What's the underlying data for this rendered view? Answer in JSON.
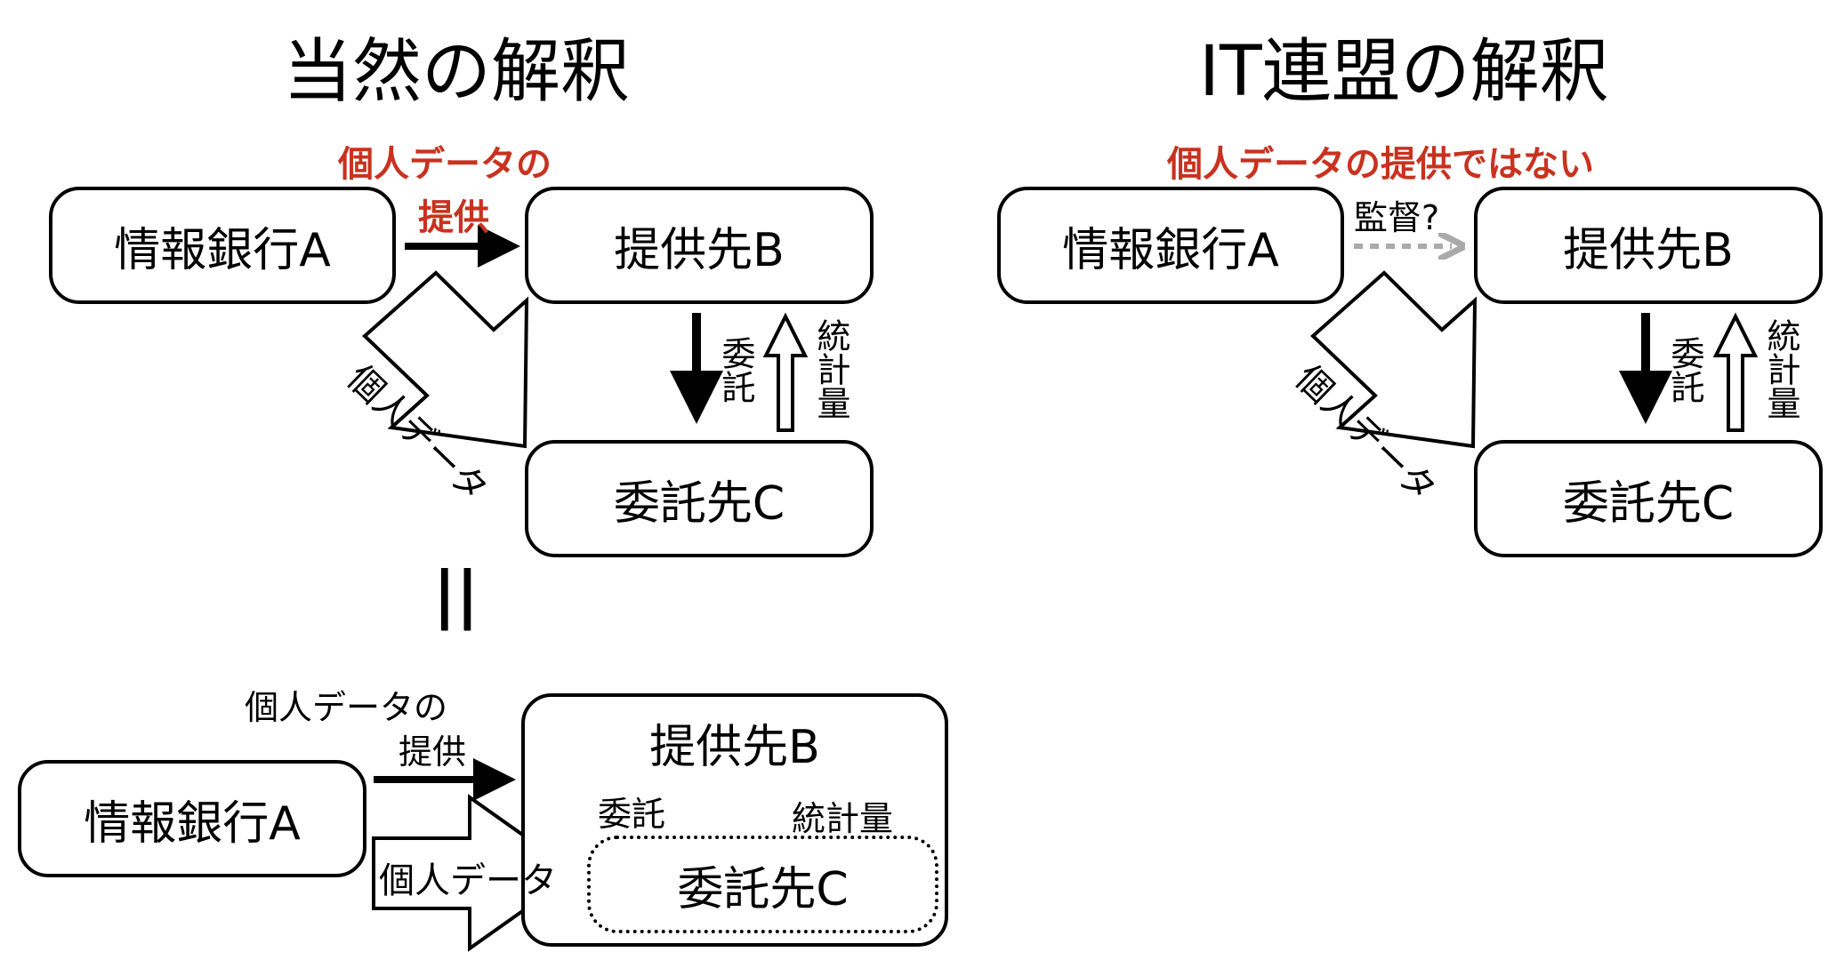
{
  "left_panel": {
    "title": "当然の解釈",
    "red_label_line1": "個人データの",
    "red_label_line2": "提供",
    "info_bank": "情報銀行A",
    "recipient": "提供先B",
    "contractor": "委託先C",
    "big_arrow_label": "個人データ",
    "delegation": "委託",
    "statistics": "統計量",
    "equals": "||"
  },
  "bottom_panel": {
    "label_line1": "個人データの",
    "label_line2": "提供",
    "info_bank": "情報銀行A",
    "recipient": "提供先B",
    "contractor": "委託先C",
    "big_arrow_label": "個人データ",
    "delegation": "委託",
    "statistics": "統計量"
  },
  "right_panel": {
    "title": "IT連盟の解釈",
    "red_label": "個人データの提供ではない",
    "supervision": "監督?",
    "info_bank": "情報銀行A",
    "recipient": "提供先B",
    "contractor": "委託先C",
    "big_arrow_label": "個人データ",
    "delegation": "委託",
    "statistics": "統計量"
  },
  "colors": {
    "red": "#c8321f",
    "gray": "#aaaaaa",
    "black": "#000000"
  }
}
